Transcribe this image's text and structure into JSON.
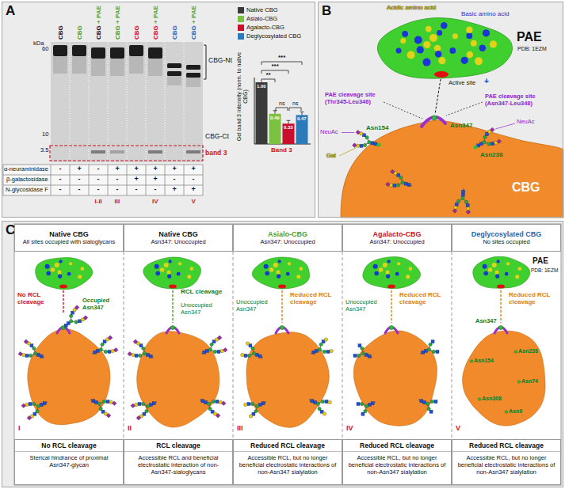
{
  "diagram": {
    "nodes": [
      {
        "text": [
          "A"
        ]
      },
      {
        "text": [
          "B"
        ]
      },
      {
        "text": [
          "C"
        ]
      },
      {
        "text": [
          "Native CBG",
          "All sites occupied with sialoglycans"
        ],
        "in": 2
      },
      {
        "text": [
          "Native CBG",
          "Asn347: Unoccupied"
        ],
        "in": 2
      },
      {
        "text": [
          "Asialo-CBG",
          "Asn347: Unoccupied"
        ],
        "in": 2
      },
      {
        "text": [
          "Agalacto-CBG",
          "Asn347: Unoccupied"
        ],
        "in": 2
      },
      {
        "text": [
          "Deglycosylated CBG",
          "No sites occupied"
        ],
        "in": 2
      },
      {
        "text": [
          "No RCL cleavage",
          "Sterical hindrance of proximal Asn347-glycan"
        ],
        "in": 2
      },
      {
        "text": [
          "RCL cleavage",
          "Accessible RCL and beneficial electrostatic interaction of non-Asn347-sialoglycans"
        ],
        "in": 2
      },
      {
        "text": [
          "Reduced RCL cleavage",
          "Accessible RCL, but no longer beneficial electrostatic interactions of non-Asn347 sialylation"
        ],
        "in": 2
      },
      {
        "text": [
          "Reduced RCL cleavage",
          "Accessible RCL, but no longer beneficial electrostatic interactions of non-Asn347 sialylation"
        ],
        "in": 2
      },
      {
        "text": [
          "Reduced RCL cleavage",
          "Accessible RCL, but no longer beneficial electrostatic interactions of non-Asn347 sialylation"
        ],
        "in": 2
      }
    ],
    "labels": [
      "CBG",
      "CBG",
      "CBG",
      "+ PAE",
      "CBG",
      "+ PAE",
      "CBG",
      "CBG",
      "+ PAE",
      "CBG",
      "CBG",
      "+ PAE",
      "kDa",
      "60",
      "10",
      "3.5",
      "CBG-Nt",
      "CBG-Ct",
      "band 3",
      "α-neuraminidase",
      "β-galactosidase",
      "N-glycosidase F",
      "-",
      "+",
      "-",
      "+",
      "+",
      "+",
      "+",
      "+",
      "-",
      "-",
      "-",
      "-",
      "+",
      "+",
      "-",
      "-",
      "-",
      "-",
      "-",
      "-",
      "-",
      "-",
      "+",
      "+",
      "I-II",
      "III",
      "IV",
      "V",
      "Gel band 3 intensity (norm. to native CBG)",
      "**",
      "***",
      "***",
      "ns",
      "ns",
      "1.00",
      "0.49",
      "0.33",
      "0.47",
      "Band 3",
      "Acidic amino acid",
      "Basic amino acid",
      "PAE",
      "PDB: 1EZM",
      "Active site",
      "+",
      "PAE cleavage site (Thr345-Leu346)",
      "PAE cleavage site (Asn347-Leu348)",
      "Asn347",
      "NeuAc",
      "Gal",
      "Asn154",
      "NeuAc",
      "Asn238",
      "CBG",
      "No RCL cleavage",
      "Occupied Asn347",
      "I",
      "RCL cleavage",
      "Unoccupied Asn347",
      "II",
      "Unoccupied Asn347",
      "Reduced RCL cleavage",
      "III",
      "Unoccupied Asn347",
      "Reduced RCL cleavage",
      "IV",
      "PAE",
      "PDB: 1EZM",
      "Asn347",
      "Reduced RCL cleavage",
      "Asn238",
      "Asn154",
      "Asn74",
      "Asn308",
      "Asn9",
      "V"
    ],
    "legend": [
      {
        "text": "Native CBG",
        "color": "#3a3a3a"
      },
      {
        "text": "Asialo-CBG",
        "color": "#7cc242"
      },
      {
        "text": "Agalacto-CBG",
        "color": "#c8102e"
      },
      {
        "text": "Deglycosylated CBG",
        "color": "#2b7bbb"
      }
    ]
  }
}
